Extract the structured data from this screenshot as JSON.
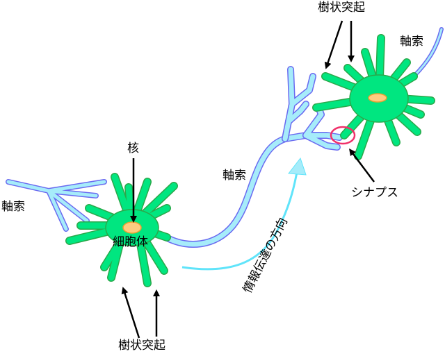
{
  "labels": {
    "dendrite_top": "樹状突起",
    "axon_top_right": "軸索",
    "nucleus": "核",
    "axon_left": "軸索",
    "cell_body": "細胞体",
    "axon_middle": "軸索",
    "synapse": "シナプス",
    "direction": "情報伝達の方向",
    "dendrite_bottom": "樹状突起"
  },
  "colors": {
    "cell_fill": "#00e680",
    "cell_stroke": "#2aa84a",
    "axon_fill": "#a6ecfa",
    "axon_stroke": "#6a6af0",
    "nucleus_fill": "#ffcc80",
    "nucleus_stroke": "#e8a030",
    "synapse_ring": "#f0306a",
    "direction_arrow": "#60e4fa"
  }
}
